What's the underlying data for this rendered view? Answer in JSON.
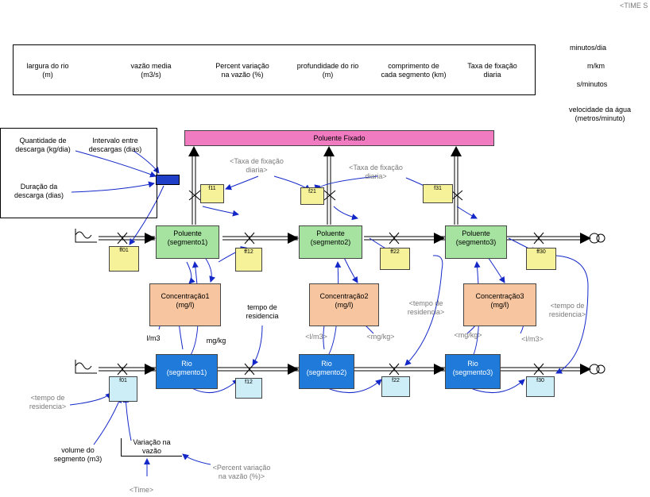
{
  "header": {
    "time_label": "<TIME S"
  },
  "params_panel": {
    "items": [
      "largura do rio\n(m)",
      "vazão media\n(m3/s)",
      "Percent variação\nna vazão (%)",
      "profundidade do rio\n(m)",
      "comprimento de\ncada segmento (km)",
      "Taxa de fixação\ndiaria"
    ]
  },
  "constants": [
    "minutos/dia",
    "m/km",
    "s/minutos",
    "velocidade da água\n(metros/minuto)"
  ],
  "discharge_panel": {
    "quantidade": "Quantidade de\ndescarga (kg/dia)",
    "intervalo": "Intervalo entre\ndescargas (dias)",
    "duracao": "Duração da\ndescarga (dias)"
  },
  "stocks": {
    "poluente_fixado": "Poluente Fixado",
    "poluente1": "Poluente\n(segmento1)",
    "poluente2": "Poluente\n(segmento2)",
    "poluente3": "Poluente\n(segmento3)",
    "rio1": "Rio\n(segmento1)",
    "rio2": "Rio\n(segmento2)",
    "rio3": "Rio\n(segmento3)"
  },
  "concentrations": {
    "c1": "Concentração1\n(mg/l)",
    "c2": "Concentração2\n(mg/l)",
    "c3": "Concentração3\n(mg/l)"
  },
  "flows": {
    "f11": "f11",
    "f21": "f21",
    "f31": "f31",
    "f01": "ff01",
    "f12": "ff12",
    "f22": "ff22",
    "f30": "ff30",
    "rf01": "f01",
    "rf12": "f12",
    "rf22": "f22",
    "rf30": "f30"
  },
  "labels": {
    "taxa1": "<Taxa de fixação\ndiaria>",
    "taxa2": "<Taxa de fixação\ndiaria>",
    "tempo_residencia": "tempo de\nresidencia",
    "tempo_res2": "<tempo de\nresidencia>",
    "tempo_res3": "<tempo de\nresidencia>",
    "tempo_res4": "<tempo de\nresidencia>",
    "l_m3_a": "l/m3",
    "mg_kg_a": "mg/kg",
    "l_m3_b": "<l/m3>",
    "mg_kg_b": "<mg/kg>",
    "mg_kg_c": "<mg/kg>",
    "l_m3_c": "<l/m3>",
    "volume": "volume do\nsegmento (m3)",
    "variacao": "Variação na\nvazão",
    "percent": "<Percent variação\nna vazão (%)>",
    "time": "<Time>"
  }
}
